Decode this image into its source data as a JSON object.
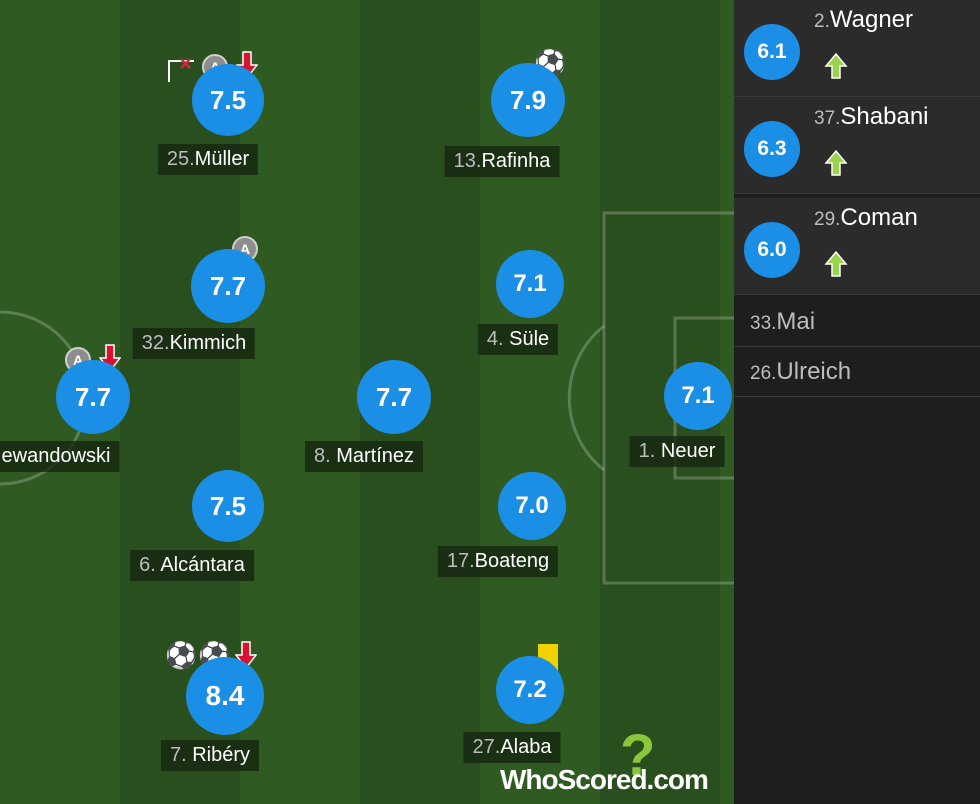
{
  "brand": "WhoScored.com",
  "colors": {
    "rating": "#1b8fe6",
    "sub_in_arrow": "#9ad44a",
    "sub_out_arrow": "#d8122f",
    "yellow_card": "#f2d100",
    "pitch_light": "#2f5a22",
    "pitch_dark": "#2a4f1e"
  },
  "players": [
    {
      "num": "25.",
      "name": "Müller",
      "rating": "7.5",
      "icons": [
        "missed-chance-icon",
        "assist-badge-icon",
        "sub-out-arrow-icon"
      ]
    },
    {
      "num": "13.",
      "name": "Rafinha",
      "rating": "7.9",
      "icons": [
        "goal-ball-icon"
      ]
    },
    {
      "num": "32.",
      "name": "Kimmich",
      "rating": "7.7",
      "icons": [
        "assist-badge-icon"
      ]
    },
    {
      "num": "4. ",
      "name": "Süle",
      "rating": "7.1",
      "icons": []
    },
    {
      "num": "",
      "name": "ewandowski",
      "rating": "7.7",
      "icons": [
        "assist-badge-icon",
        "sub-out-arrow-icon"
      ]
    },
    {
      "num": "8. ",
      "name": "Martínez",
      "rating": "7.7",
      "icons": []
    },
    {
      "num": "1. ",
      "name": "Neuer",
      "rating": "7.1",
      "icons": []
    },
    {
      "num": "6. ",
      "name": "Alcántara",
      "rating": "7.5",
      "icons": []
    },
    {
      "num": "17.",
      "name": "Boateng",
      "rating": "7.0",
      "icons": []
    },
    {
      "num": "7. ",
      "name": "Ribéry",
      "rating": "8.4",
      "icons": [
        "goal-ball-icon",
        "goal-ball-icon",
        "sub-out-arrow-icon"
      ]
    },
    {
      "num": "27.",
      "name": "Alaba",
      "rating": "7.2",
      "icons": [
        "yellow-card-icon"
      ]
    }
  ],
  "bench": {
    "subs": [
      {
        "num": "2.",
        "name": "Wagner",
        "rating": "6.1"
      },
      {
        "num": "37.",
        "name": "Shabani",
        "rating": "6.3"
      },
      {
        "num": "29.",
        "name": "Coman",
        "rating": "6.0"
      }
    ],
    "unused": [
      {
        "num": "33.",
        "name": "Mai"
      },
      {
        "num": "26.",
        "name": "Ulreich"
      }
    ]
  }
}
